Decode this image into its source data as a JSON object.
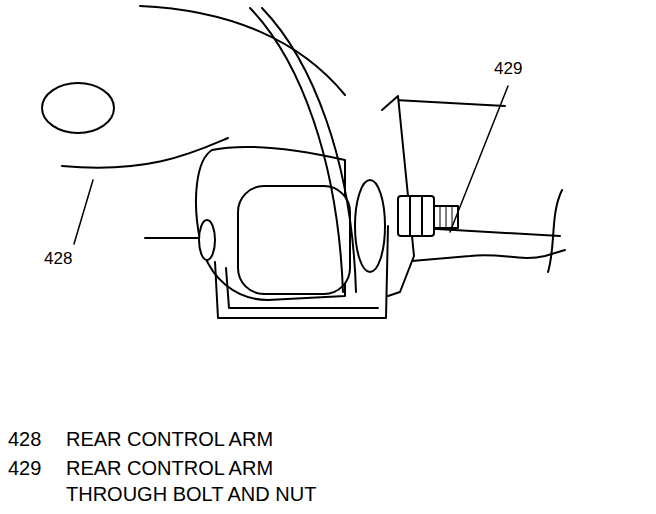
{
  "diagram": {
    "labels": [
      "429",
      "428",
      "428",
      "REAR CONTROL ARM",
      "429",
      "REAR CONTROL ARM THROUGH BOLT AND NUT"
    ]
  }
}
